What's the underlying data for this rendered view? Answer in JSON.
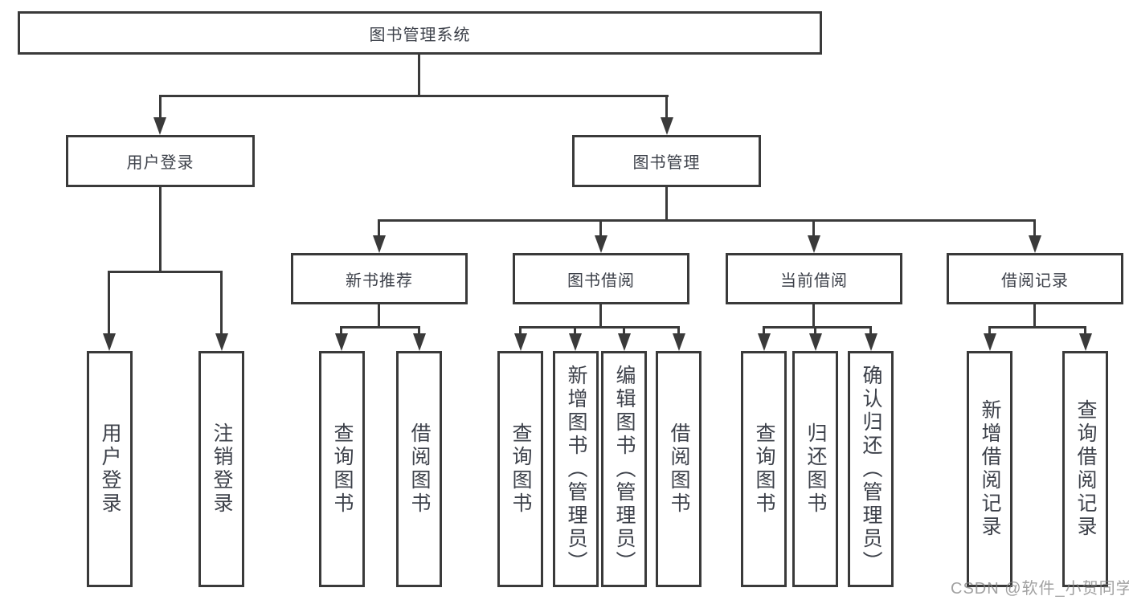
{
  "diagram_title": "图书管理系统",
  "root": {
    "label": "图书管理系统"
  },
  "level2": [
    {
      "label": "用户登录"
    },
    {
      "label": "图书管理"
    }
  ],
  "level3": [
    {
      "label": "新书推荐",
      "parent": "图书管理"
    },
    {
      "label": "图书借阅",
      "parent": "图书管理"
    },
    {
      "label": "当前借阅",
      "parent": "图书管理"
    },
    {
      "label": "借阅记录",
      "parent": "图书管理"
    }
  ],
  "leaves": [
    {
      "label": "用户登录",
      "parent": "用户登录"
    },
    {
      "label": "注销登录",
      "parent": "用户登录"
    },
    {
      "label": "查询图书",
      "parent": "新书推荐"
    },
    {
      "label": "借阅图书",
      "parent": "新书推荐"
    },
    {
      "label": "查询图书",
      "parent": "图书借阅"
    },
    {
      "label": "新增图书（管理员）",
      "parent": "图书借阅"
    },
    {
      "label": "编辑图书（管理员）",
      "parent": "图书借阅"
    },
    {
      "label": "借阅图书",
      "parent": "图书借阅"
    },
    {
      "label": "查询图书",
      "parent": "当前借阅"
    },
    {
      "label": "归还图书",
      "parent": "当前借阅"
    },
    {
      "label": "确认归还（管理员）",
      "parent": "当前借阅"
    },
    {
      "label": "新增借阅记录",
      "parent": "借阅记录"
    },
    {
      "label": "查询借阅记录",
      "parent": "借阅记录"
    }
  ],
  "watermark": "CSDN @软件_小贺同学",
  "colors": {
    "line": "#3a3a3a",
    "text": "#3d414a",
    "box_fill": "#ffffff",
    "watermark": "#b3b3b3",
    "background": "#ffffff"
  }
}
